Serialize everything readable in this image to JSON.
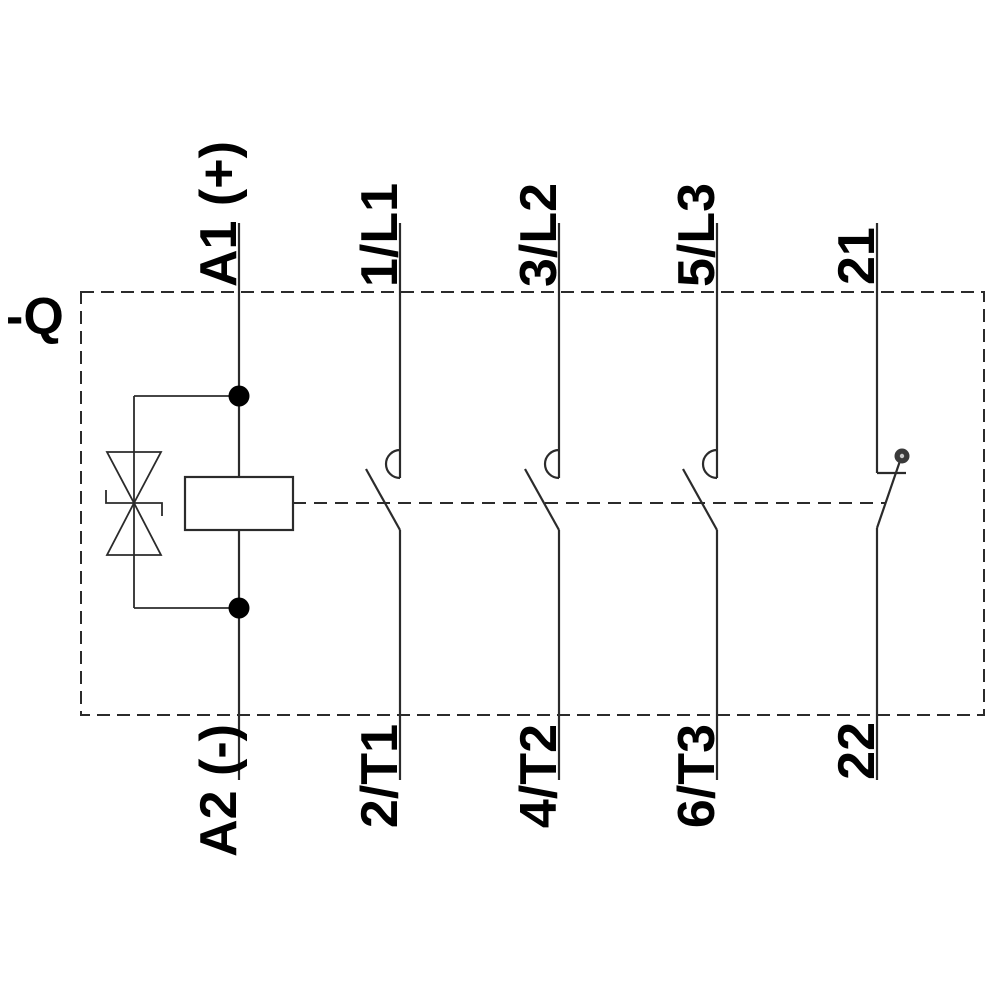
{
  "device_label": "-Q",
  "coil_branch": {
    "top_terminal": "A1 (+)",
    "bottom_terminal": "A2 (-)"
  },
  "poles": [
    {
      "top_terminal": "1/L1",
      "bottom_terminal": "2/T1",
      "contact": "normally-open"
    },
    {
      "top_terminal": "3/L2",
      "bottom_terminal": "4/T2",
      "contact": "normally-open"
    },
    {
      "top_terminal": "5/L3",
      "bottom_terminal": "6/T3",
      "contact": "normally-open"
    },
    {
      "top_terminal": "21",
      "bottom_terminal": "22",
      "contact": "normally-closed"
    }
  ],
  "symbols": {
    "coil": "coil-rect-icon",
    "suppressor": "surge-suppressor-icon",
    "mechanical_link": "dashed-actuation-line",
    "junction": "junction-dot"
  },
  "colors": {
    "line": "#2b2b2b",
    "text": "#000000",
    "background": "#ffffff",
    "junction_dot": "#000000",
    "aux_dot_ring": "#3a3a3a",
    "aux_dot_center": "#c9c9c9"
  }
}
